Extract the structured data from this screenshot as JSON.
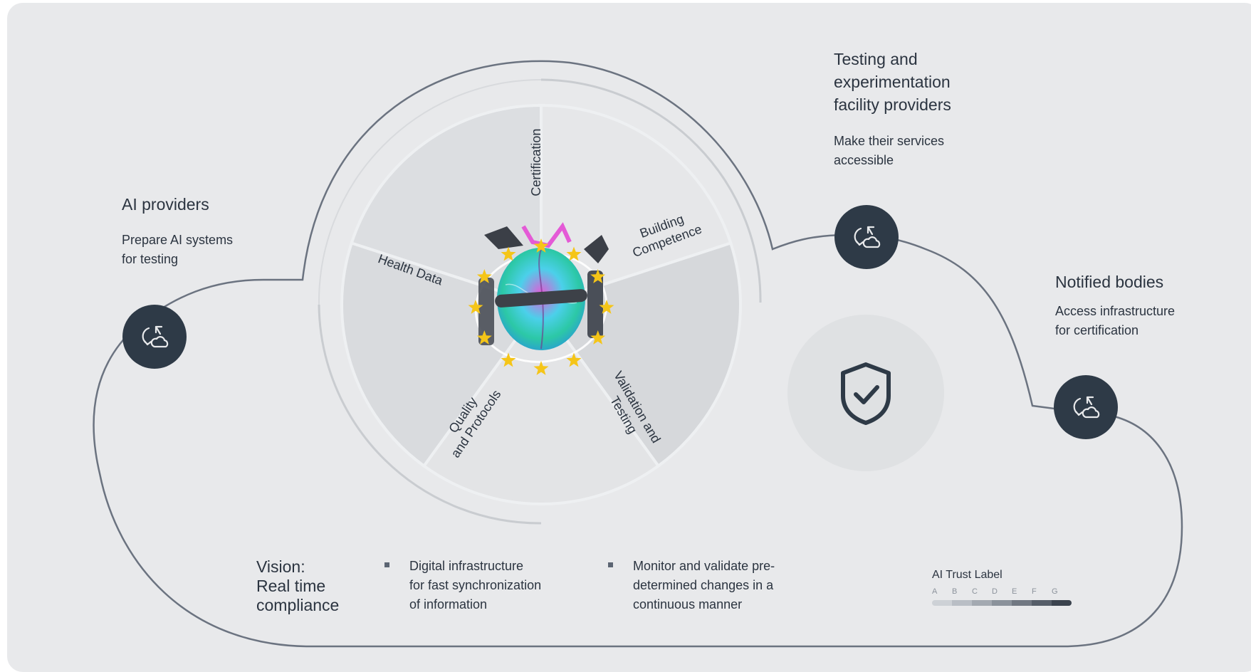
{
  "actors": [
    {
      "title": "AI providers",
      "description": [
        "Prepare AI systems",
        "for testing"
      ],
      "icon": "cloud-sync-icon"
    },
    {
      "title": [
        "Testing and",
        "experimentation",
        "facility providers"
      ],
      "description": [
        "Make their services",
        "accessible"
      ],
      "icon": "cloud-sync-icon"
    },
    {
      "title": "Notified bodies",
      "description": [
        "Access infrastructure",
        "for certification"
      ],
      "icon": "cloud-sync-icon"
    }
  ],
  "wheel": {
    "segments": [
      "Certification",
      "Building Competence",
      "Validation and Testing",
      "Quality and Protocols",
      "Health Data"
    ],
    "segment_lines": [
      [
        "Certification"
      ],
      [
        "Building",
        "Competence"
      ],
      [
        "Validation and",
        "Testing"
      ],
      [
        "Quality",
        "and Protocols"
      ],
      [
        "Health Data"
      ]
    ],
    "center_icon": "robot-brain-eu-stars-icon"
  },
  "shield": {
    "icon": "shield-check-icon"
  },
  "vision": {
    "heading": [
      "Vision:",
      "Real time",
      "compliance"
    ],
    "bullets": [
      [
        "Digital infrastructure",
        "for fast synchronization",
        "of information"
      ],
      [
        "Monitor and validate pre-",
        "determined changes in a",
        "continuous manner"
      ]
    ]
  },
  "trust_label": {
    "title": "AI Trust Label",
    "grades": [
      "A",
      "B",
      "C",
      "D",
      "E",
      "F",
      "G"
    ],
    "colors": [
      "#cdd1d6",
      "#b9bec5",
      "#a3a9b1",
      "#8b929b",
      "#717882",
      "#565e69",
      "#3b434e"
    ]
  },
  "colors": {
    "background": "#e8e9eb",
    "dark": "#2e3a47",
    "line": "#6b7380",
    "accent_star": "#f5c518"
  }
}
